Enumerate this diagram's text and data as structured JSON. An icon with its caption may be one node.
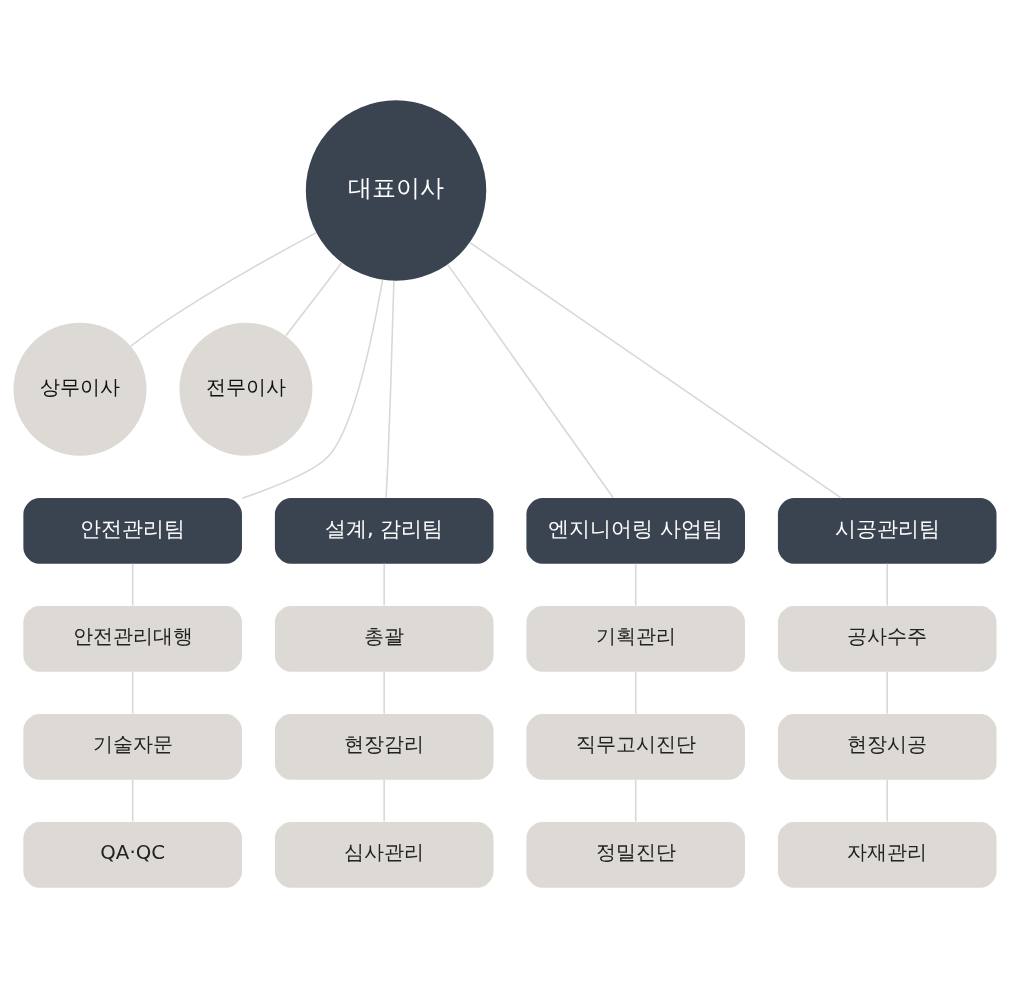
{
  "diagram": {
    "nodes": [
      {
        "text": [
          "대표이사"
        ]
      },
      {
        "text": [
          "상무이사"
        ]
      },
      {
        "text": [
          "전무이사"
        ]
      },
      {
        "text": [
          "안전관리팀"
        ]
      },
      {
        "text": [
          "설계, 감리팀"
        ]
      },
      {
        "text": [
          "엔지니어링 사업팀"
        ]
      },
      {
        "text": [
          "시공관리팀"
        ]
      },
      {
        "text": [
          "안전관리대행"
        ]
      },
      {
        "text": [
          "기술자문"
        ]
      },
      {
        "text": [
          "QA·QC"
        ]
      },
      {
        "text": [
          "총괄"
        ]
      },
      {
        "text": [
          "현장감리"
        ]
      },
      {
        "text": [
          "심사관리"
        ]
      },
      {
        "text": [
          "기획관리"
        ]
      },
      {
        "text": [
          "직무고시진단"
        ]
      },
      {
        "text": [
          "정밀진단"
        ]
      },
      {
        "text": [
          "공사수주"
        ]
      },
      {
        "text": [
          "현장시공"
        ]
      },
      {
        "text": [
          "자재관리"
        ]
      }
    ],
    "edges": [
      {
        "from": 0,
        "to": 1,
        "arrow": "none"
      },
      {
        "from": 0,
        "to": 2,
        "arrow": "none"
      },
      {
        "from": 0,
        "to": 3,
        "arrow": "none"
      },
      {
        "from": 0,
        "to": 4,
        "arrow": "none"
      },
      {
        "from": 0,
        "to": 5,
        "arrow": "none"
      },
      {
        "from": 0,
        "to": 6,
        "arrow": "none"
      },
      {
        "from": 3,
        "to": 7,
        "arrow": "none"
      },
      {
        "from": 7,
        "to": 8,
        "arrow": "none"
      },
      {
        "from": 8,
        "to": 9,
        "arrow": "none"
      },
      {
        "from": 4,
        "to": 10,
        "arrow": "none"
      },
      {
        "from": 10,
        "to": 11,
        "arrow": "none"
      },
      {
        "from": 11,
        "to": 12,
        "arrow": "none"
      },
      {
        "from": 5,
        "to": 13,
        "arrow": "none"
      },
      {
        "from": 13,
        "to": 14,
        "arrow": "none"
      },
      {
        "from": 14,
        "to": 15,
        "arrow": "none"
      },
      {
        "from": 6,
        "to": 16,
        "arrow": "none"
      },
      {
        "from": 16,
        "to": 17,
        "arrow": "none"
      },
      {
        "from": 17,
        "to": 18,
        "arrow": "none"
      }
    ]
  }
}
